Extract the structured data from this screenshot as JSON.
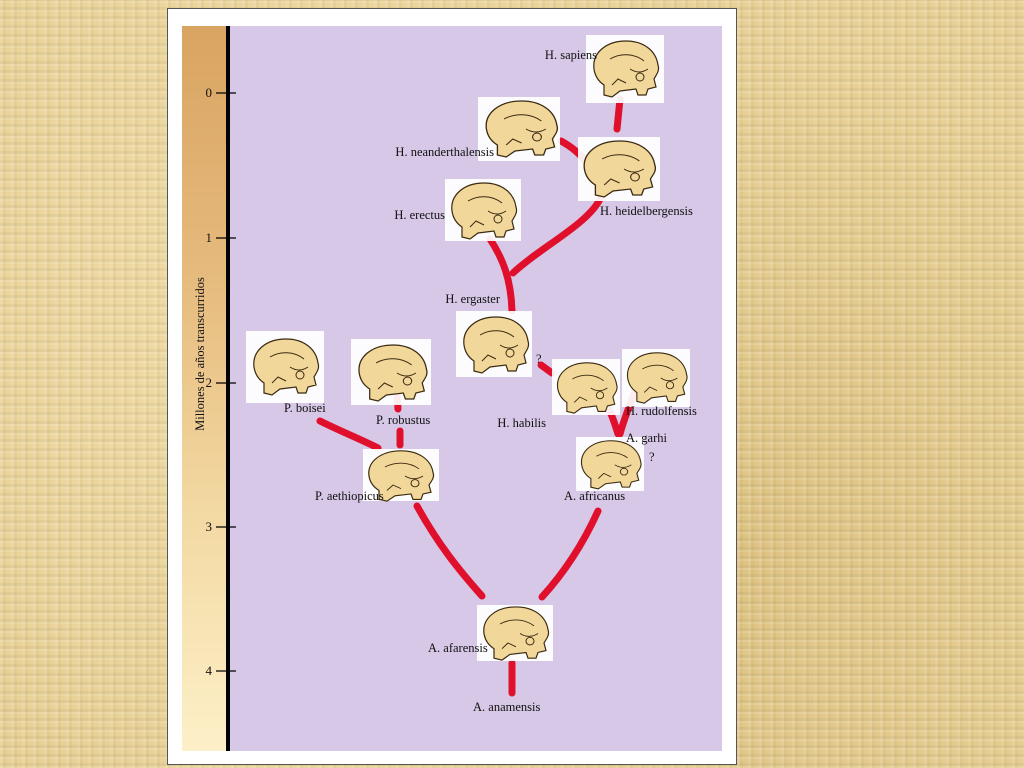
{
  "axis": {
    "title": "Millones de años transcurridos",
    "ticks": [
      "0",
      "1",
      "2",
      "3",
      "4"
    ]
  },
  "species": {
    "sapiens": "H. sapiens",
    "neanderthalensis": "H. neanderthalensis",
    "heidelbergensis": "H. heidelbergensis",
    "erectus": "H. erectus",
    "ergaster": "H. ergaster",
    "habilis": "H. habilis",
    "rudolfensis": "H. rudolfensis",
    "garhi": "A. garhi",
    "africanus": "A. africanus",
    "boisei": "P. boisei",
    "robustus": "P. robustus",
    "aethiopicus": "P. aethiopicus",
    "afarensis": "A. afarensis",
    "anamensis": "A. anamensis"
  },
  "uncertain_marks": {
    "ergaster_habilis": "?",
    "garhi": "?"
  },
  "colors": {
    "branch": "#e0102d",
    "panel": "#d6c8e6",
    "axis_bar_top": "#d9a461",
    "axis_bar_bottom": "#fdf0c8"
  }
}
